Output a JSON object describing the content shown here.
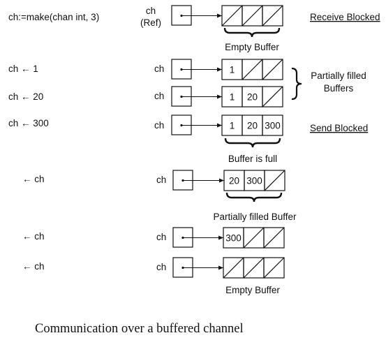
{
  "caption": "Communication over a buffered channel",
  "steps": [
    {
      "stmt": "ch:=make(chan int, 3)",
      "ch_label": "ch",
      "ch_sublabel": "(Ref)",
      "buffer": [
        "",
        "",
        ""
      ],
      "note": "Receive Blocked",
      "brace_label": "Empty Buffer"
    },
    {
      "stmt": "ch ← 1",
      "ch_label": "ch",
      "buffer": [
        "1",
        "",
        ""
      ]
    },
    {
      "stmt": "ch ← 20",
      "ch_label": "ch",
      "buffer": [
        "1",
        "20",
        ""
      ]
    },
    {
      "stmt": "ch ← 300",
      "ch_label": "ch",
      "buffer": [
        "1",
        "20",
        "300"
      ],
      "note": "Send Blocked",
      "brace_label": "Buffer is full"
    },
    {
      "stmt": "← ch",
      "ch_label": "ch",
      "buffer": [
        "20",
        "300",
        ""
      ],
      "brace_label": "Partially filled Buffer"
    },
    {
      "stmt": "← ch",
      "ch_label": "ch",
      "buffer": [
        "300",
        "",
        ""
      ]
    },
    {
      "stmt": "← ch",
      "ch_label": "ch",
      "buffer": [
        "",
        "",
        ""
      ],
      "plain_label": "Empty Buffer"
    }
  ],
  "group_label": [
    "Partially filled",
    "Buffers"
  ]
}
